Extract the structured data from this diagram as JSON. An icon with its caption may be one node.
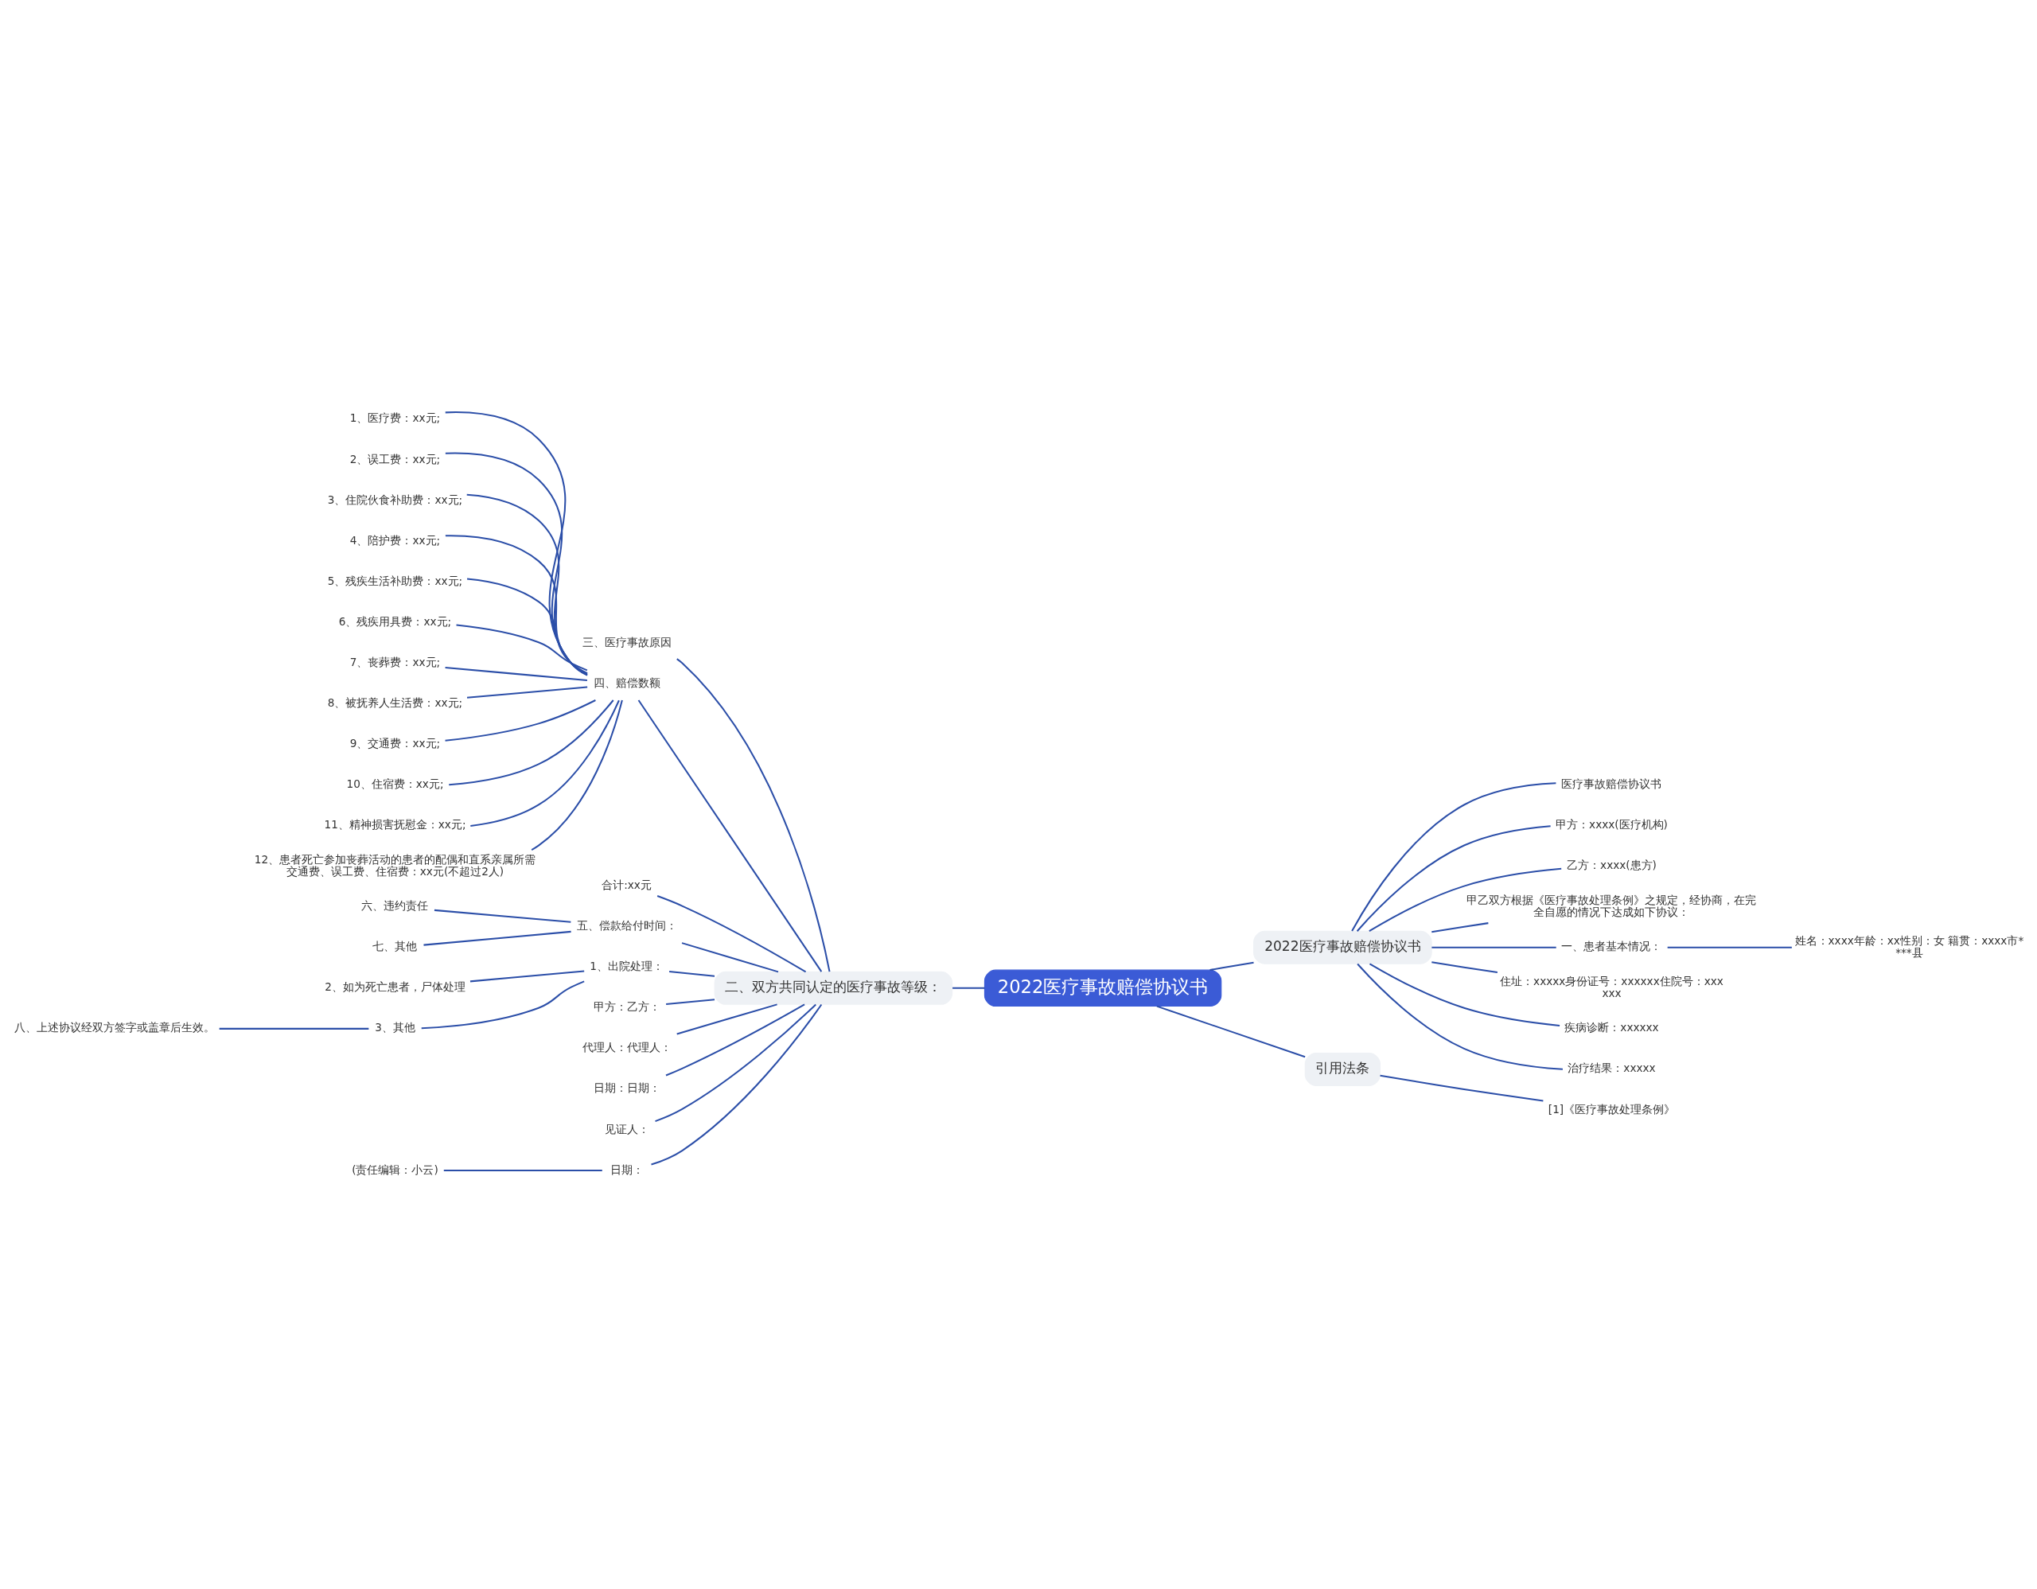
{
  "diagram": {
    "nodes": [
      {
        "text": [
          "2022医疗事故赔偿协议书"
        ]
      },
      {
        "text": [
          "2022医疗事故赔偿协议书"
        ]
      },
      {
        "text": [
          "医疗事故赔偿协议书"
        ]
      },
      {
        "text": [
          "甲方：xxxx(医疗机构)"
        ]
      },
      {
        "text": [
          "乙方：xxxx(患方)"
        ]
      },
      {
        "text": [
          "甲乙双方根据《医疗事故处理条例》之规定，经协商，在完全自愿的情况下达成如下协议："
        ]
      },
      {
        "text": [
          "一、患者基本情况："
        ]
      },
      {
        "text": [
          "姓名：xxxx年龄：xx性别：女 籍贯：xxxx市****县"
        ]
      },
      {
        "text": [
          "住址：xxxxx身份证号：xxxxxx住院号：xxxxxx"
        ]
      },
      {
        "text": [
          "疾病诊断：xxxxxx"
        ]
      },
      {
        "text": [
          "治疗结果：xxxxx"
        ]
      },
      {
        "text": [
          "引用法条"
        ]
      },
      {
        "text": [
          "[1]《医疗事故处理条例》"
        ]
      },
      {
        "text": [
          "二、双方共同认定的医疗事故等级："
        ]
      },
      {
        "text": [
          "三、医疗事故原因"
        ]
      },
      {
        "text": [
          "四、赔偿数额"
        ]
      },
      {
        "text": [
          "1、医疗费：xx元;"
        ]
      },
      {
        "text": [
          "2、误工费：xx元;"
        ]
      },
      {
        "text": [
          "3、住院伙食补助费：xx元;"
        ]
      },
      {
        "text": [
          "4、陪护费：xx元;"
        ]
      },
      {
        "text": [
          "5、残疾生活补助费：xx元;"
        ]
      },
      {
        "text": [
          "6、残疾用具费：xx元;"
        ]
      },
      {
        "text": [
          "7、丧葬费：xx元;"
        ]
      },
      {
        "text": [
          "8、被抚养人生活费：xx元;"
        ]
      },
      {
        "text": [
          "9、交通费：xx元;"
        ]
      },
      {
        "text": [
          "10、住宿费：xx元;"
        ]
      },
      {
        "text": [
          "11、精神损害抚慰金：xx元;"
        ]
      },
      {
        "text": [
          "12、患者死亡参加丧葬活动的患者的配偶和直系亲属所需交通费、误工费、住宿费：xx元(不超过2人)"
        ]
      },
      {
        "text": [
          "合计:xx元"
        ]
      },
      {
        "text": [
          "五、偿款给付时间："
        ]
      },
      {
        "text": [
          "六、违约责任"
        ]
      },
      {
        "text": [
          "七、其他"
        ]
      },
      {
        "text": [
          "1、出院处理："
        ]
      },
      {
        "text": [
          "2、如为死亡患者，尸体处理"
        ]
      },
      {
        "text": [
          "3、其他"
        ]
      },
      {
        "text": [
          "八、上述协议经双方签字或盖章后生效。"
        ]
      },
      {
        "text": [
          "甲方：乙方："
        ]
      },
      {
        "text": [
          "代理人：代理人："
        ]
      },
      {
        "text": [
          "日期：日期："
        ]
      },
      {
        "text": [
          "见证人："
        ]
      },
      {
        "text": [
          "日期："
        ]
      },
      {
        "text": [
          "(责任编辑：小云)"
        ]
      }
    ],
    "edges": [
      {
        "from": 0,
        "to": 1,
        "arrow": "none"
      },
      {
        "from": 1,
        "to": 2,
        "arrow": "none"
      },
      {
        "from": 1,
        "to": 3,
        "arrow": "none"
      },
      {
        "from": 1,
        "to": 4,
        "arrow": "none"
      },
      {
        "from": 1,
        "to": 5,
        "arrow": "none"
      },
      {
        "from": 1,
        "to": 6,
        "arrow": "none"
      },
      {
        "from": 6,
        "to": 7,
        "arrow": "none"
      },
      {
        "from": 1,
        "to": 8,
        "arrow": "none"
      },
      {
        "from": 1,
        "to": 9,
        "arrow": "none"
      },
      {
        "from": 1,
        "to": 10,
        "arrow": "none"
      },
      {
        "from": 0,
        "to": 11,
        "arrow": "none"
      },
      {
        "from": 11,
        "to": 12,
        "arrow": "none"
      },
      {
        "from": 0,
        "to": 13,
        "arrow": "none"
      },
      {
        "from": 13,
        "to": 14,
        "arrow": "none"
      },
      {
        "from": 13,
        "to": 15,
        "arrow": "none"
      },
      {
        "from": 15,
        "to": 16,
        "arrow": "none"
      },
      {
        "from": 15,
        "to": 17,
        "arrow": "none"
      },
      {
        "from": 15,
        "to": 18,
        "arrow": "none"
      },
      {
        "from": 15,
        "to": 19,
        "arrow": "none"
      },
      {
        "from": 15,
        "to": 20,
        "arrow": "none"
      },
      {
        "from": 15,
        "to": 21,
        "arrow": "none"
      },
      {
        "from": 15,
        "to": 22,
        "arrow": "none"
      },
      {
        "from": 15,
        "to": 23,
        "arrow": "none"
      },
      {
        "from": 15,
        "to": 24,
        "arrow": "none"
      },
      {
        "from": 15,
        "to": 25,
        "arrow": "none"
      },
      {
        "from": 15,
        "to": 26,
        "arrow": "none"
      },
      {
        "from": 15,
        "to": 27,
        "arrow": "none"
      },
      {
        "from": 13,
        "to": 28,
        "arrow": "none"
      },
      {
        "from": 13,
        "to": 29,
        "arrow": "none"
      },
      {
        "from": 29,
        "to": 30,
        "arrow": "none"
      },
      {
        "from": 29,
        "to": 31,
        "arrow": "none"
      },
      {
        "from": 13,
        "to": 32,
        "arrow": "none"
      },
      {
        "from": 32,
        "to": 33,
        "arrow": "none"
      },
      {
        "from": 32,
        "to": 34,
        "arrow": "none"
      },
      {
        "from": 34,
        "to": 35,
        "arrow": "none"
      },
      {
        "from": 13,
        "to": 36,
        "arrow": "none"
      },
      {
        "from": 13,
        "to": 37,
        "arrow": "none"
      },
      {
        "from": 13,
        "to": 38,
        "arrow": "none"
      },
      {
        "from": 13,
        "to": 39,
        "arrow": "none"
      },
      {
        "from": 13,
        "to": 40,
        "arrow": "none"
      },
      {
        "from": 40,
        "to": 41,
        "arrow": "none"
      }
    ]
  }
}
